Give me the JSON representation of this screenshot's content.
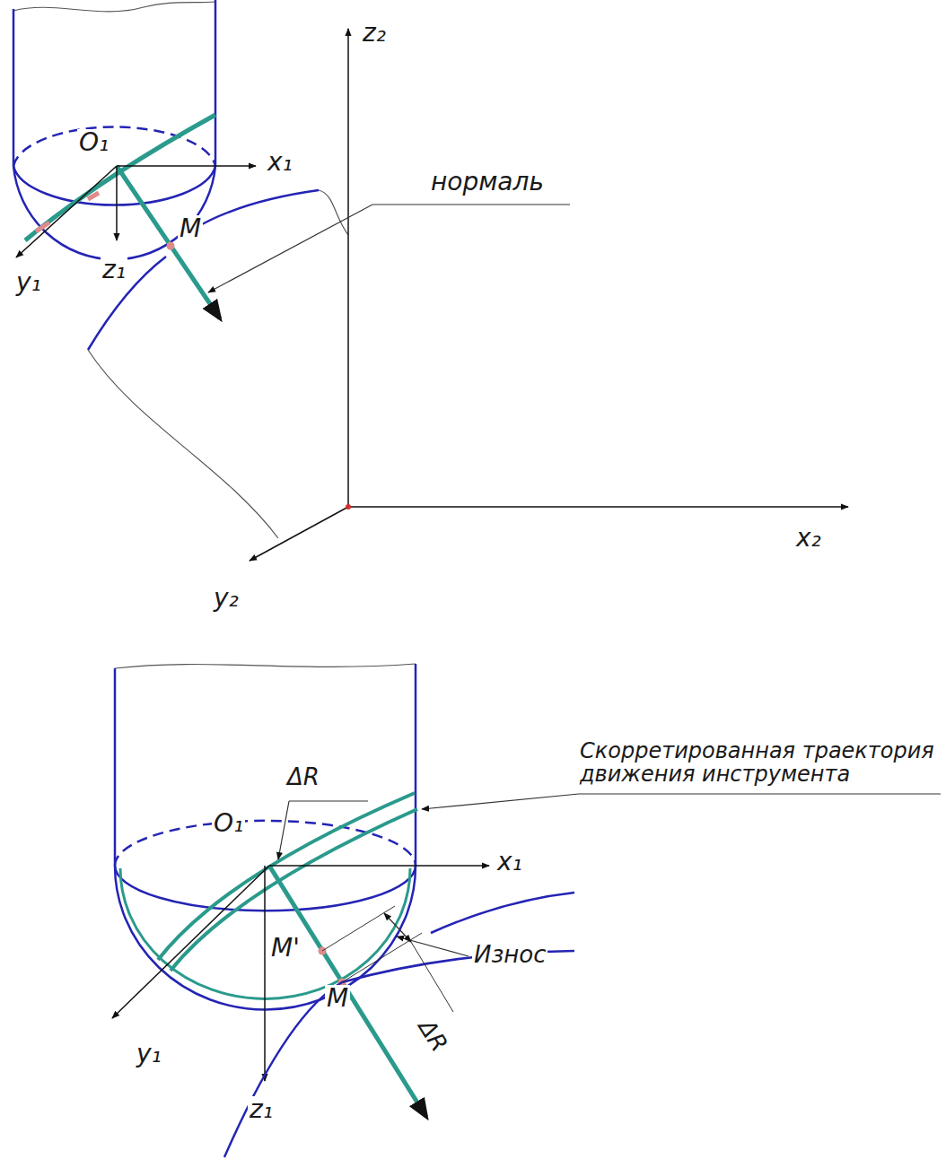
{
  "diagram": {
    "labels": [
      "z₂",
      "O₁",
      "x₁",
      "нормаль",
      "M",
      "y₁",
      "z₁",
      "x₂",
      "y₂",
      "Скорретированная траектория движения инструмента",
      "ΔR",
      "O₁",
      "x₁",
      "Износ",
      "M'",
      "ΔR",
      "y₁",
      "M",
      "z₁"
    ]
  }
}
